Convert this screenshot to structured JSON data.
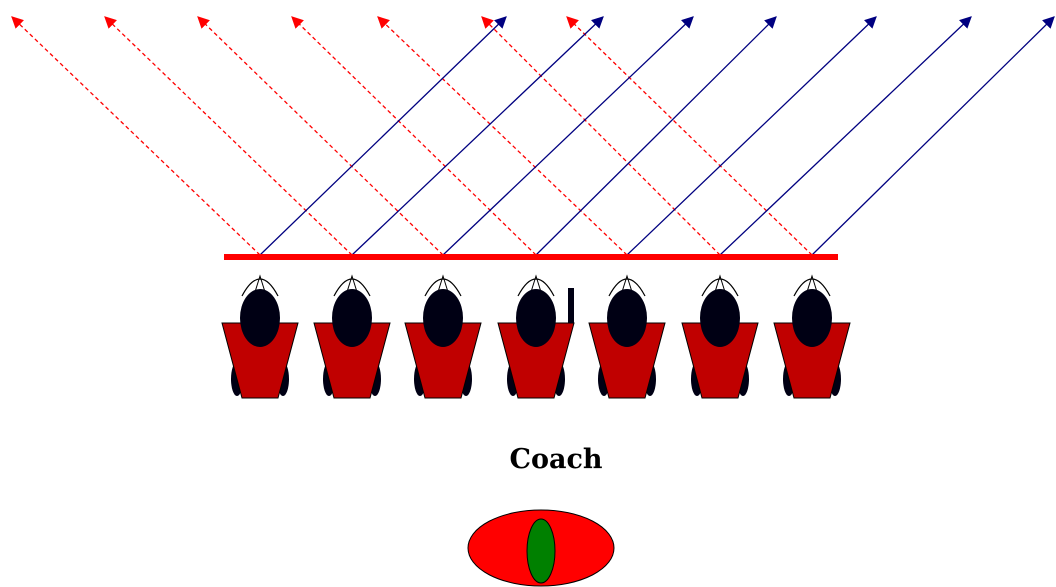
{
  "coach_label": "Coach",
  "colors": {
    "net_line": "#ff0000",
    "arrow_left": "#ff0000",
    "arrow_right": "#000080",
    "player_body": "#c00000",
    "player_head": "#000014",
    "player_cap": "#ffffff",
    "coach_body": "#ff0000",
    "coach_center": "#008000"
  },
  "player_count": 7,
  "arrows": {
    "left_style": "dashed",
    "right_style": "solid"
  }
}
